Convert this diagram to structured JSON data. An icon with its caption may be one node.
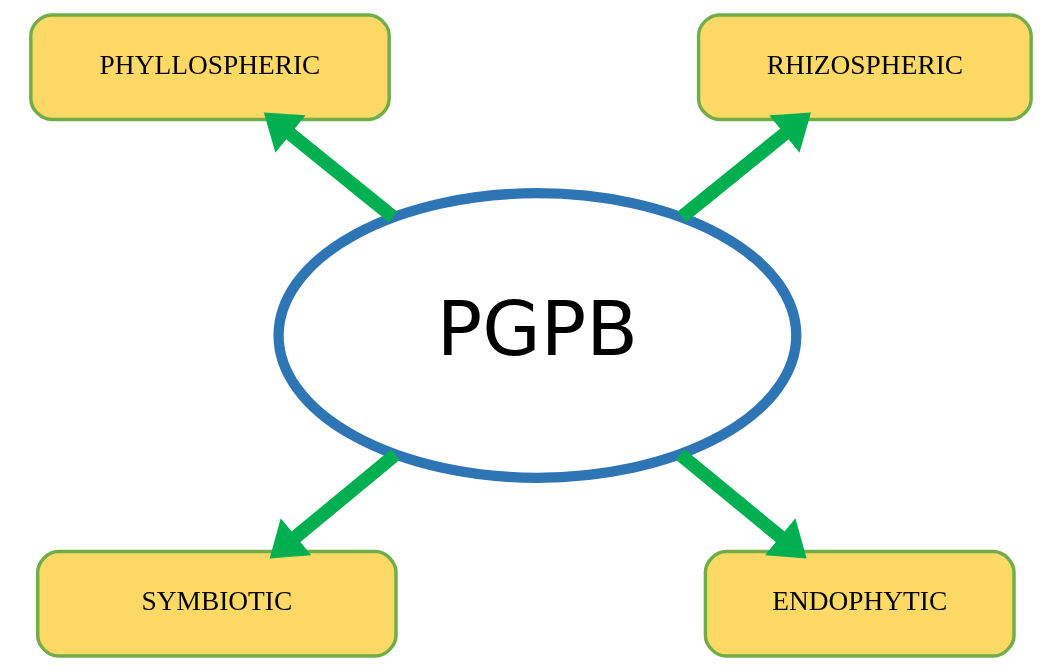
{
  "diagram": {
    "nodes": [
      {
        "text": [
          "PGPB"
        ]
      },
      {
        "text": [
          "PHYLLOSPHERIC"
        ]
      },
      {
        "text": [
          "RHIZOSPHERIC"
        ]
      },
      {
        "text": [
          "SYMBIOTIC"
        ]
      },
      {
        "text": [
          "ENDOPHYTIC"
        ]
      }
    ],
    "edges": [
      {
        "from": 0,
        "to": 1,
        "arrow": "to"
      },
      {
        "from": 0,
        "to": 2,
        "arrow": "to"
      },
      {
        "from": 0,
        "to": 3,
        "arrow": "to"
      },
      {
        "from": 0,
        "to": 4,
        "arrow": "to"
      }
    ]
  }
}
